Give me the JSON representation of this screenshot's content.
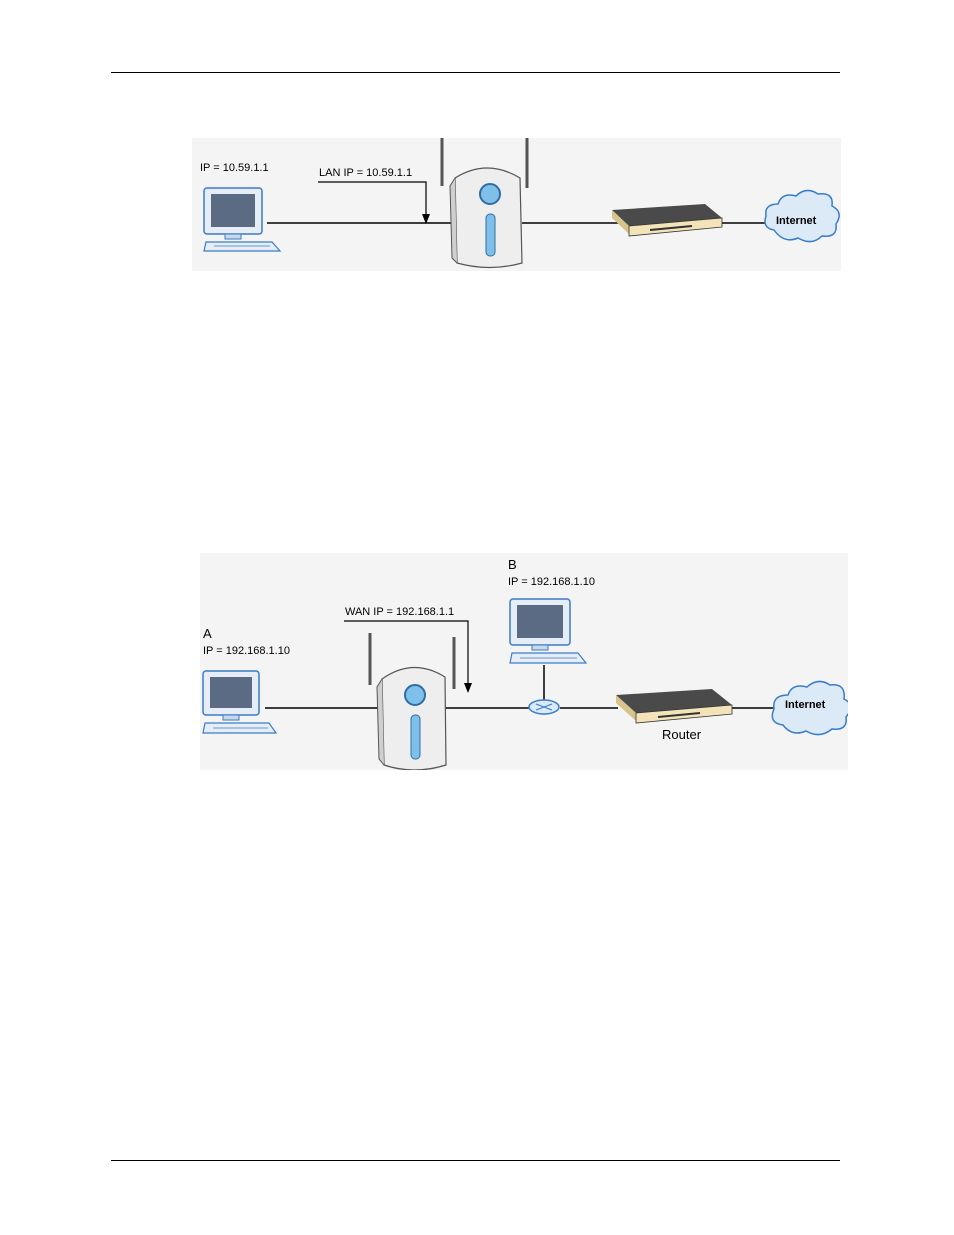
{
  "figure1": {
    "pc_ip_label": "IP = 10.59.1.1",
    "lan_ip_label": "LAN IP = 10.59.1.1",
    "internet_label": "Internet"
  },
  "figure2": {
    "pc_a_letter": "A",
    "pc_a_ip_label": "IP = 192.168.1.10",
    "pc_b_letter": "B",
    "pc_b_ip_label": "IP = 192.168.1.10",
    "wan_ip_label": "WAN IP = 192.168.1.1",
    "router_label": "Router",
    "internet_label": "Internet"
  },
  "colors": {
    "monitor_frame": "#e6edf6",
    "monitor_screen": "#5b6b84",
    "cloud": "#dbeaf6",
    "cloud_stroke": "#3a7dc6",
    "ap_body": "#eeeeee",
    "ap_accent": "#7fc0ea",
    "modem_top": "#4a4a4a",
    "modem_front": "#f2e4b8"
  }
}
